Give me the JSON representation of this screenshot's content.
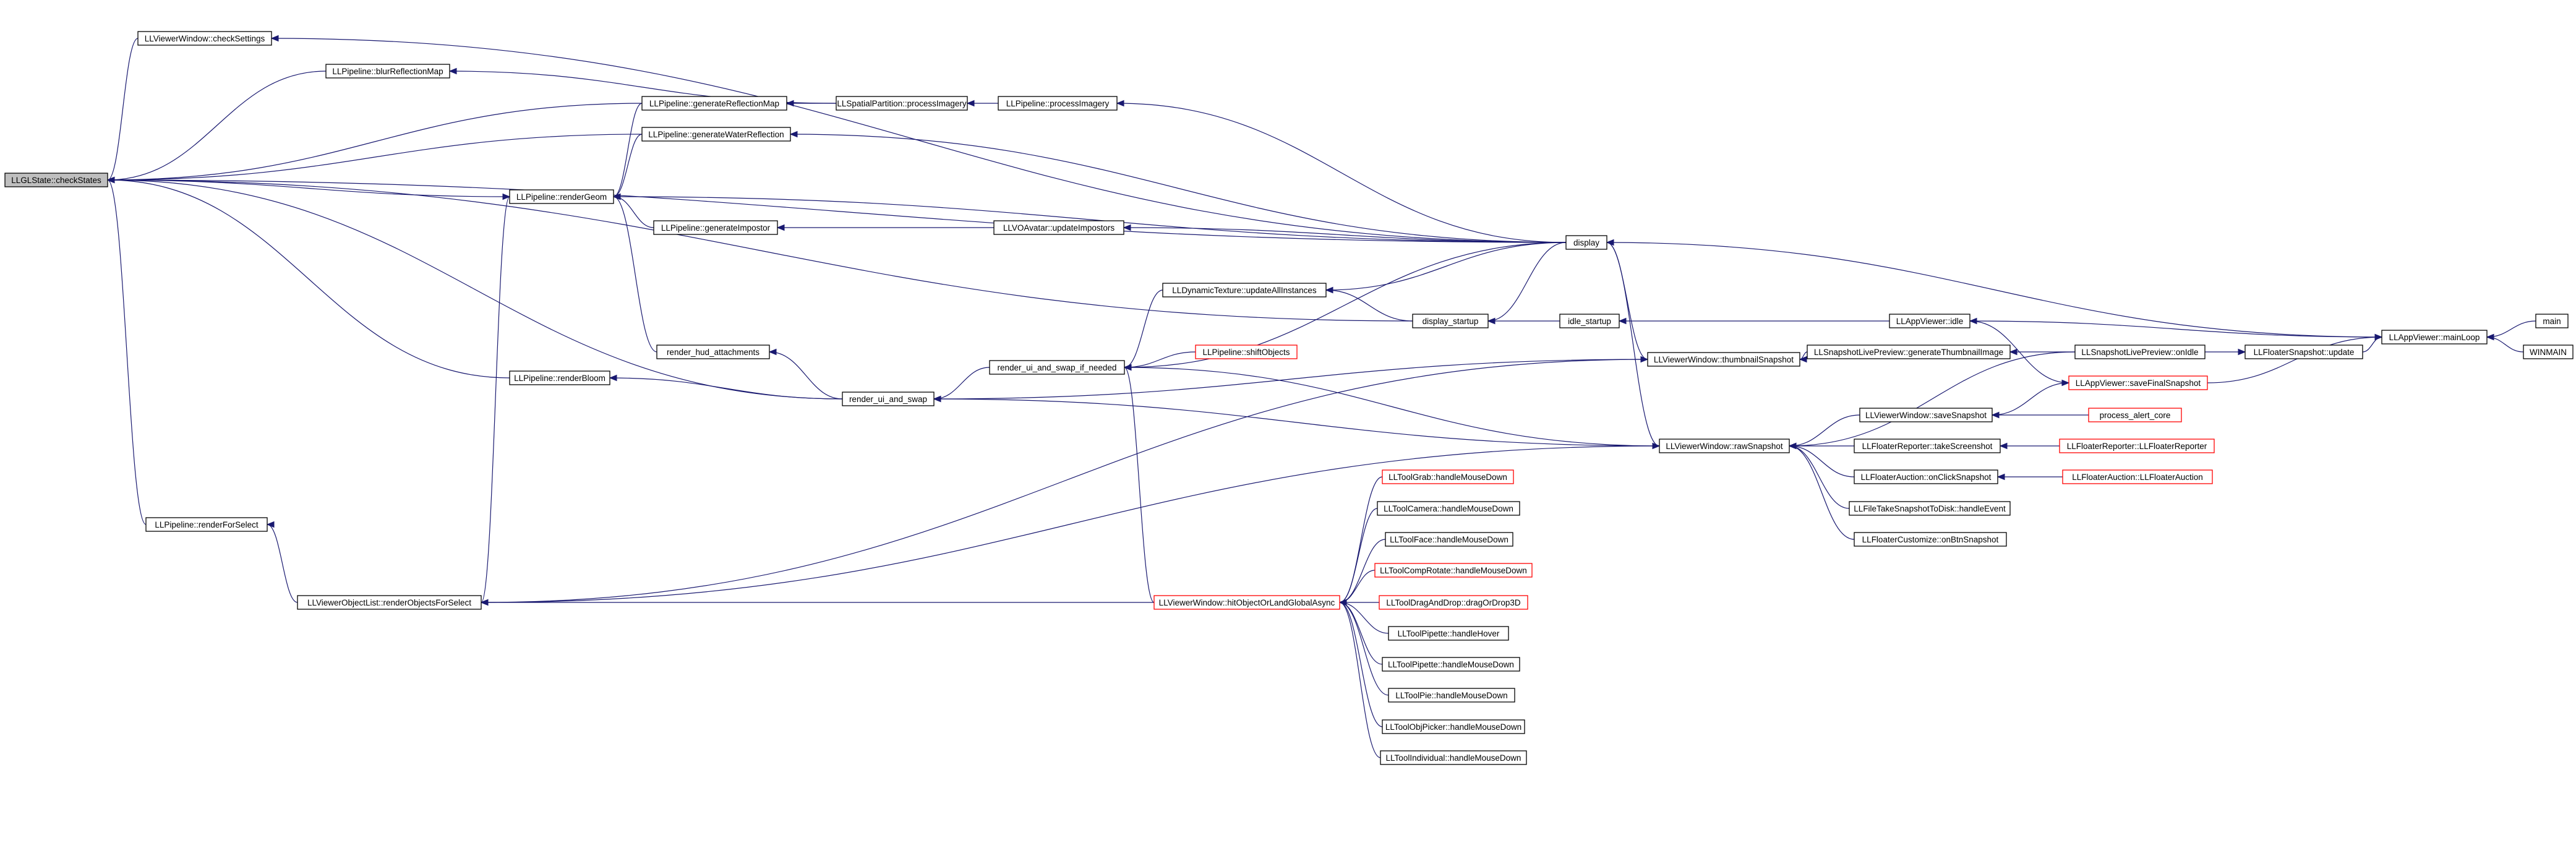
{
  "nodes": [
    {
      "id": "checkStates",
      "label": "LLGLState::checkStates",
      "style": "gray"
    },
    {
      "id": "checkSettings",
      "label": "LLViewerWindow::checkSettings",
      "style": "normal"
    },
    {
      "id": "blurReflectionMap",
      "label": "LLPipeline::blurReflectionMap",
      "style": "normal"
    },
    {
      "id": "generateReflectionMap",
      "label": "LLPipeline::generateReflectionMap",
      "style": "normal"
    },
    {
      "id": "generateWaterReflection",
      "label": "LLPipeline::generateWaterReflection",
      "style": "normal"
    },
    {
      "id": "renderGeom",
      "label": "LLPipeline::renderGeom",
      "style": "normal"
    },
    {
      "id": "generateImpostor",
      "label": "LLPipeline::generateImpostor",
      "style": "normal"
    },
    {
      "id": "renderBloom",
      "label": "LLPipeline::renderBloom",
      "style": "normal"
    },
    {
      "id": "renderForSelect",
      "label": "LLPipeline::renderForSelect",
      "style": "normal"
    },
    {
      "id": "renderObjectsForSelect",
      "label": "LLViewerObjectList::renderObjectsForSelect",
      "style": "normal"
    },
    {
      "id": "processImagery",
      "label": "LLSpatialPartition::processImagery",
      "style": "normal"
    },
    {
      "id": "pipeProcessImagery",
      "label": "LLPipeline::processImagery",
      "style": "normal"
    },
    {
      "id": "updateImpostors",
      "label": "LLVOAvatar::updateImpostors",
      "style": "normal"
    },
    {
      "id": "renderHud",
      "label": "render_hud_attachments",
      "style": "normal"
    },
    {
      "id": "renderUiSwap",
      "label": "render_ui_and_swap",
      "style": "normal"
    },
    {
      "id": "renderUiSwapIfNeeded",
      "label": "render_ui_and_swap_if_needed",
      "style": "normal"
    },
    {
      "id": "updateAllInstances",
      "label": "LLDynamicTexture::updateAllInstances",
      "style": "normal"
    },
    {
      "id": "shiftObjects",
      "label": "LLPipeline::shiftObjects",
      "style": "red"
    },
    {
      "id": "display",
      "label": "display",
      "style": "normal"
    },
    {
      "id": "displayStartup",
      "label": "display_startup",
      "style": "normal"
    },
    {
      "id": "idleStartup",
      "label": "idle_startup",
      "style": "normal"
    },
    {
      "id": "appIdle",
      "label": "LLAppViewer::idle",
      "style": "normal"
    },
    {
      "id": "mainLoop",
      "label": "LLAppViewer::mainLoop",
      "style": "normal"
    },
    {
      "id": "main",
      "label": "main",
      "style": "normal"
    },
    {
      "id": "winmain",
      "label": "WINMAIN",
      "style": "normal"
    },
    {
      "id": "thumbnailSnapshot",
      "label": "LLViewerWindow::thumbnailSnapshot",
      "style": "normal"
    },
    {
      "id": "genThumb",
      "label": "LLSnapshotLivePreview::generateThumbnailImage",
      "style": "normal"
    },
    {
      "id": "onIdle",
      "label": "LLSnapshotLivePreview::onIdle",
      "style": "normal"
    },
    {
      "id": "floaterUpdate",
      "label": "LLFloaterSnapshot::update",
      "style": "normal"
    },
    {
      "id": "saveFinalSnapshot",
      "label": "LLAppViewer::saveFinalSnapshot",
      "style": "red"
    },
    {
      "id": "rawSnapshot",
      "label": "LLViewerWindow::rawSnapshot",
      "style": "normal"
    },
    {
      "id": "saveSnapshot",
      "label": "LLViewerWindow::saveSnapshot",
      "style": "normal"
    },
    {
      "id": "processAlertCore",
      "label": "process_alert_core",
      "style": "red"
    },
    {
      "id": "takeScreenshot",
      "label": "LLFloaterReporter::takeScreenshot",
      "style": "normal"
    },
    {
      "id": "floaterReporter",
      "label": "LLFloaterReporter::LLFloaterReporter",
      "style": "red"
    },
    {
      "id": "onClickSnapshot",
      "label": "LLFloaterAuction::onClickSnapshot",
      "style": "normal"
    },
    {
      "id": "floaterAuction",
      "label": "LLFloaterAuction::LLFloaterAuction",
      "style": "red"
    },
    {
      "id": "fileTakeSnapshot",
      "label": "LLFileTakeSnapshotToDisk::handleEvent",
      "style": "normal"
    },
    {
      "id": "onBtnSnapshot",
      "label": "LLFloaterCustomize::onBtnSnapshot",
      "style": "normal"
    },
    {
      "id": "hitObject",
      "label": "LLViewerWindow::hitObjectOrLandGlobalAsync",
      "style": "red"
    },
    {
      "id": "toolGrab",
      "label": "LLToolGrab::handleMouseDown",
      "style": "red"
    },
    {
      "id": "toolCamera",
      "label": "LLToolCamera::handleMouseDown",
      "style": "normal"
    },
    {
      "id": "toolFace",
      "label": "LLToolFace::handleMouseDown",
      "style": "normal"
    },
    {
      "id": "toolCompRotate",
      "label": "LLToolCompRotate::handleMouseDown",
      "style": "red"
    },
    {
      "id": "toolDragDrop",
      "label": "LLToolDragAndDrop::dragOrDrop3D",
      "style": "red"
    },
    {
      "id": "toolPipetteHover",
      "label": "LLToolPipette::handleHover",
      "style": "normal"
    },
    {
      "id": "toolPipetteDown",
      "label": "LLToolPipette::handleMouseDown",
      "style": "normal"
    },
    {
      "id": "toolPie",
      "label": "LLToolPie::handleMouseDown",
      "style": "normal"
    },
    {
      "id": "toolObjPicker",
      "label": "LLToolObjPicker::handleMouseDown",
      "style": "normal"
    },
    {
      "id": "toolIndividual",
      "label": "LLToolIndividual::handleMouseDown",
      "style": "normal"
    }
  ],
  "edges": [
    [
      "checkSettings",
      "checkStates"
    ],
    [
      "blurReflectionMap",
      "checkStates"
    ],
    [
      "generateReflectionMap",
      "checkStates"
    ],
    [
      "generateWaterReflection",
      "checkStates"
    ],
    [
      "renderGeom",
      "checkStates"
    ],
    [
      "display",
      "checkStates"
    ],
    [
      "displayStartup",
      "checkStates"
    ],
    [
      "renderUiSwap",
      "checkStates"
    ],
    [
      "renderBloom",
      "checkStates"
    ],
    [
      "renderForSelect",
      "checkStates"
    ],
    [
      "renderObjectsForSelect",
      "renderForSelect"
    ],
    [
      "display",
      "checkSettings"
    ],
    [
      "processImagery",
      "blurReflectionMap"
    ],
    [
      "processImagery",
      "generateReflectionMap"
    ],
    [
      "pipeProcessImagery",
      "processImagery"
    ],
    [
      "display",
      "pipeProcessImagery"
    ],
    [
      "display",
      "generateWaterReflection"
    ],
    [
      "display",
      "renderGeom"
    ],
    [
      "generateReflectionMap",
      "renderGeom"
    ],
    [
      "generateWaterReflection",
      "renderGeom"
    ],
    [
      "generateImpostor",
      "renderGeom"
    ],
    [
      "renderHud",
      "renderGeom"
    ],
    [
      "renderObjectsForSelect",
      "renderGeom"
    ],
    [
      "updateImpostors",
      "generateImpostor"
    ],
    [
      "display",
      "updateImpostors"
    ],
    [
      "renderUiSwap",
      "renderHud"
    ],
    [
      "renderUiSwap",
      "renderBloom"
    ],
    [
      "renderUiSwapIfNeeded",
      "renderUiSwap"
    ],
    [
      "rawSnapshot",
      "renderUiSwap"
    ],
    [
      "thumbnailSnapshot",
      "renderUiSwap"
    ],
    [
      "display",
      "renderUiSwapIfNeeded"
    ],
    [
      "updateAllInstances",
      "renderUiSwapIfNeeded"
    ],
    [
      "shiftObjects",
      "renderUiSwapIfNeeded"
    ],
    [
      "rawSnapshot",
      "renderUiSwapIfNeeded"
    ],
    [
      "hitObject",
      "renderUiSwapIfNeeded"
    ],
    [
      "display",
      "updateAllInstances"
    ],
    [
      "displayStartup",
      "updateAllInstances"
    ],
    [
      "display",
      "displayStartup"
    ],
    [
      "idleStartup",
      "displayStartup"
    ],
    [
      "appIdle",
      "idleStartup"
    ],
    [
      "mainLoop",
      "appIdle"
    ],
    [
      "mainLoop",
      "display"
    ],
    [
      "main",
      "mainLoop"
    ],
    [
      "winmain",
      "mainLoop"
    ],
    [
      "floaterUpdate",
      "mainLoop"
    ],
    [
      "saveFinalSnapshot",
      "mainLoop"
    ],
    [
      "onIdle",
      "floaterUpdate"
    ],
    [
      "genThumb",
      "thumbnailSnapshot"
    ],
    [
      "onIdle",
      "genThumb"
    ],
    [
      "display",
      "thumbnailSnapshot"
    ],
    [
      "display",
      "rawSnapshot"
    ],
    [
      "appIdle",
      "saveFinalSnapshot"
    ],
    [
      "onIdle",
      "rawSnapshot"
    ],
    [
      "saveSnapshot",
      "rawSnapshot"
    ],
    [
      "saveFinalSnapshot",
      "saveSnapshot"
    ],
    [
      "processAlertCore",
      "saveSnapshot"
    ],
    [
      "takeScreenshot",
      "rawSnapshot"
    ],
    [
      "floaterReporter",
      "takeScreenshot"
    ],
    [
      "onClickSnapshot",
      "rawSnapshot"
    ],
    [
      "floaterAuction",
      "onClickSnapshot"
    ],
    [
      "fileTakeSnapshot",
      "rawSnapshot"
    ],
    [
      "onBtnSnapshot",
      "rawSnapshot"
    ],
    [
      "hitObject",
      "renderObjectsForSelect"
    ],
    [
      "thumbnailSnapshot",
      "renderObjectsForSelect"
    ],
    [
      "rawSnapshot",
      "renderObjectsForSelect"
    ],
    [
      "toolGrab",
      "hitObject"
    ],
    [
      "toolCamera",
      "hitObject"
    ],
    [
      "toolFace",
      "hitObject"
    ],
    [
      "toolCompRotate",
      "hitObject"
    ],
    [
      "toolDragDrop",
      "hitObject"
    ],
    [
      "toolPipetteHover",
      "hitObject"
    ],
    [
      "toolPipetteDown",
      "hitObject"
    ],
    [
      "toolPie",
      "hitObject"
    ],
    [
      "toolObjPicker",
      "hitObject"
    ],
    [
      "toolIndividual",
      "hitObject"
    ]
  ],
  "colors": {
    "edge": "#191970",
    "node_border": "#000000",
    "highlight_border": "#ff0000",
    "root_fill": "#bfbfbf"
  }
}
